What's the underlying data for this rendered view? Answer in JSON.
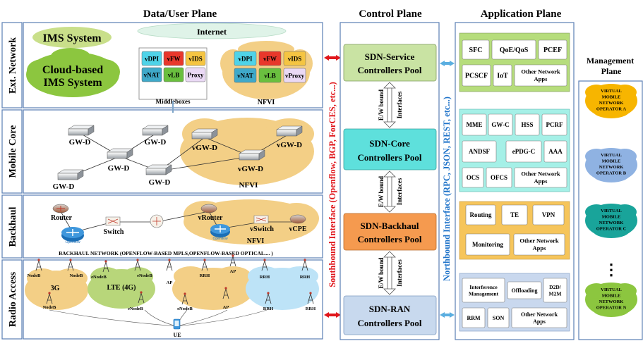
{
  "headers": {
    "data_user_plane": "Data/User Plane",
    "control_plane": "Control Plane",
    "application_plane": "Application Plane",
    "management_plane": "Management\nPlane"
  },
  "rows": {
    "ext_network": "Ext. Network",
    "mobile_core": "Mobile Core",
    "backhaul": "Backhaul",
    "radio_access": "Radio Access"
  },
  "ext_network": {
    "ims": "IMS System",
    "cloud_ims_1": "Cloud-based",
    "cloud_ims_2": "IMS System",
    "internet": "Internet",
    "middleboxes_label": "Middleboxes",
    "nfvi_label": "NFVI",
    "middleboxes": [
      "vDPI",
      "vFW",
      "vIDS",
      "vNAT",
      "vLB",
      "Proxy"
    ],
    "nfvi_boxes": [
      "vDPI",
      "vFW",
      "vIDS",
      "vNAT",
      "vLB",
      "vProxy"
    ]
  },
  "mobile_core": {
    "gwd": "GW-D",
    "vgwd": "vGW-D",
    "nfvi": "NFVI"
  },
  "backhaul": {
    "router": "Router",
    "switch": "Switch",
    "vrouter": "vRouter",
    "vswitch": "vSwitch",
    "vcpe": "vCPE",
    "nfvi": "NFVI",
    "openflow": "Openflow",
    "caption": "BACKHAUL NETWORK (OPENFLOW-BASED  MPLS,OPENFLOW-BASED OPTICAL.... )"
  },
  "radio": {
    "nodeb": "NodeB",
    "enodeb": "eNodeB",
    "g3": "3G",
    "lte": "LTE (4G)",
    "ap": "AP",
    "rrh": "RRH",
    "ue": "UE"
  },
  "control": {
    "service_1": "SDN-Service",
    "service_2": "Controllers Pool",
    "core_1": "SDN-Core",
    "core_2": "Controllers Pool",
    "backhaul_1": "SDN-Backhaul",
    "backhaul_2": "Controllers Pool",
    "ran_1": "SDN-RAN",
    "ran_2": "Controllers Pool",
    "ew_1": "E/W bound",
    "ew_2": "Interfaces"
  },
  "southbound": "Southbound Interface (Openflow, BGP, ForCES, etc...)",
  "northbound": "Northbound Interface (RPC, JSON, REST, etc...)",
  "apps": {
    "service": [
      "SFC",
      "QoE/QoS",
      "PCEF",
      "PCSCF",
      "IoT",
      "Other Network Apps"
    ],
    "core": [
      "MME",
      "GW-C",
      "HSS",
      "PCRF",
      "ANDSF",
      "ePDG-C",
      "AAA",
      "OCS",
      "OFCS",
      "Other Network Apps"
    ],
    "backhaul": [
      "Routing",
      "TE",
      "VPN",
      "Monitoring",
      "Other Network Apps"
    ],
    "ran": [
      "Interference Management",
      "Offloading",
      "D2D/ M2M",
      "RRM",
      "SON",
      "Other Network Apps"
    ]
  },
  "management": {
    "op_a": [
      "VIRTUAL",
      "MOBILE",
      "NETWORK",
      "OPERATOR A"
    ],
    "op_b": [
      "VIRTUAL",
      "MOBILE",
      "NETWORK",
      "OPERATOR B"
    ],
    "op_c": [
      "VIRTUAL",
      "MOBILE",
      "NETWORK",
      "OPERATOR C"
    ],
    "op_n": [
      "VIRTUAL",
      "MOBILE",
      "NETWORK",
      "OPERATOR N"
    ],
    "dots": "⋮"
  },
  "colors": {
    "panel_border": "#5b7fb5",
    "nfvi_cloud": "#f3cf86",
    "green_cloud": "#b8d67a",
    "blue_cloud": "#bde3f7",
    "service_pool": "#c9e3a3",
    "core_pool": "#5ee0dc",
    "backhaul_pool": "#f59a4f",
    "ran_pool": "#c8d9ee",
    "southbound": "#e0161b",
    "northbound": "#1f73c9",
    "app_service": "#b6dd7c",
    "app_core": "#a5f0e7",
    "app_backhaul": "#f6c55b",
    "app_ran": "#c9d8ee",
    "op_a": "#f7b500",
    "op_b": "#8fb2e2",
    "op_c": "#19a49a",
    "op_n": "#8cc63f"
  }
}
